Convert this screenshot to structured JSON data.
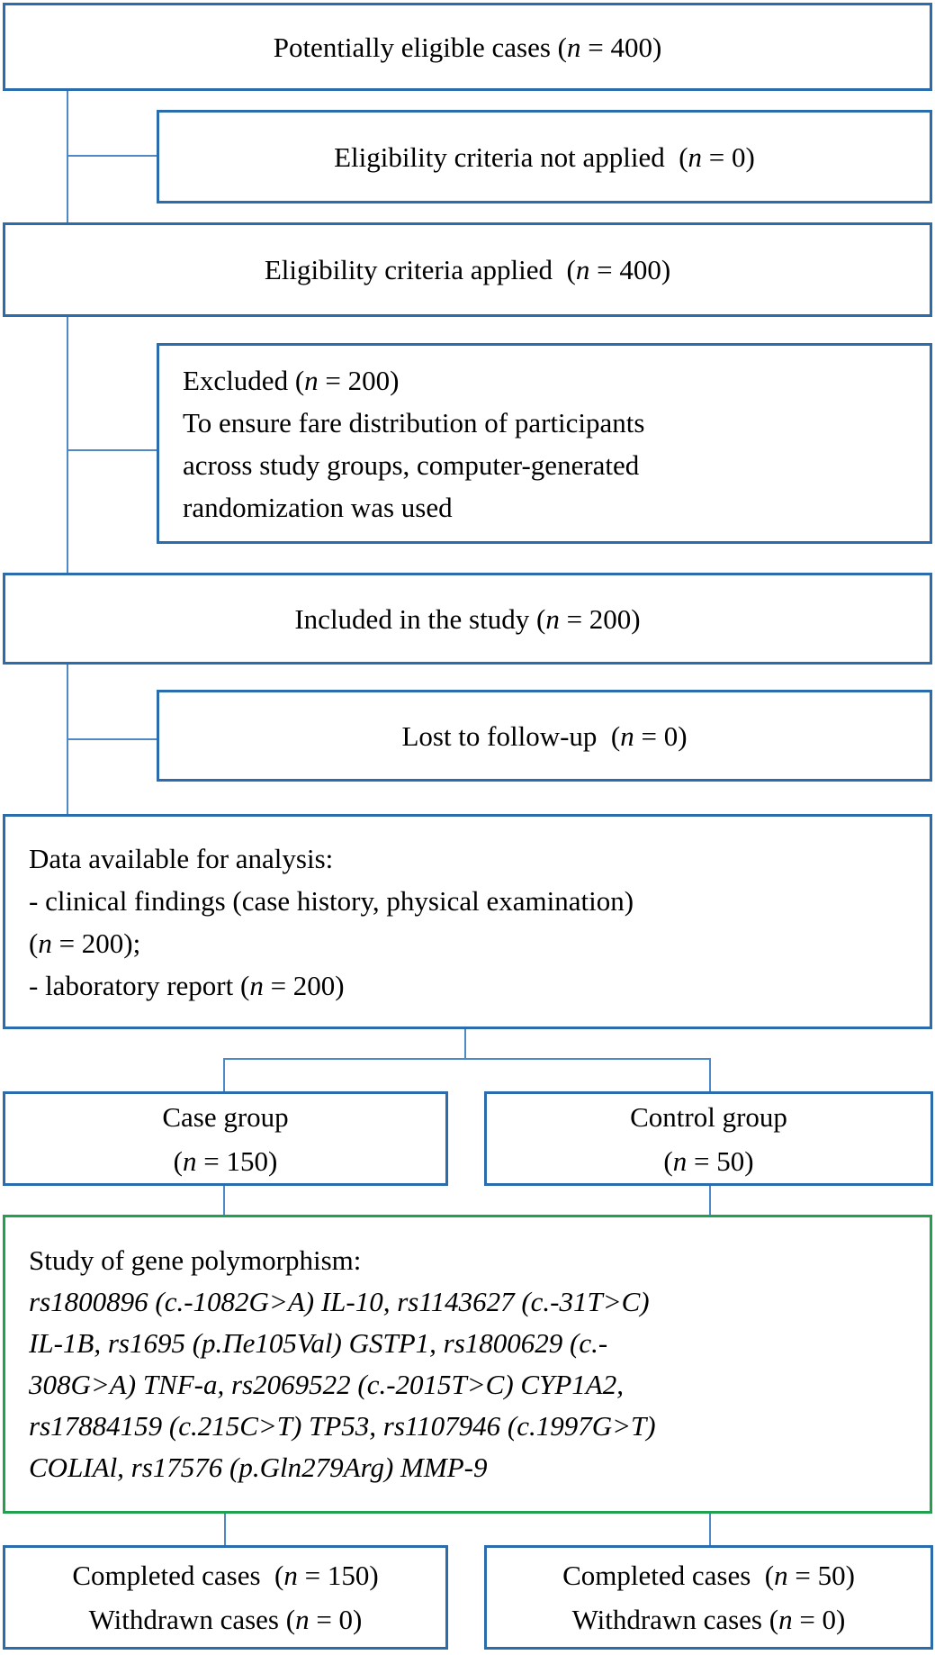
{
  "glyphs": {
    "n": "n"
  },
  "colors": {
    "box_border": "#2a6cac",
    "connector": "#4e88c7",
    "gene_border": "#22a050",
    "text": "#000000",
    "background": "#ffffff"
  },
  "boxes": {
    "potentially_eligible": {
      "pre": "Potentially eligible cases (",
      "post": " = 400)"
    },
    "criteria_not_applied": {
      "pre": "Eligibility criteria not applied  (",
      "post": " = 0)"
    },
    "criteria_applied": {
      "pre": "Eligibility criteria applied  (",
      "post": " = 400)"
    },
    "excluded": {
      "l1_pre": "Excluded (",
      "l1_post": " = 200)",
      "l2": "To ensure fare distribution of participants",
      "l3": "across study groups, computer-generated",
      "l4": "randomization was used"
    },
    "included": {
      "pre": "Included in the study (",
      "post": " = 200)"
    },
    "lost_followup": {
      "pre": "Lost to follow-up  (",
      "post": " = 0)"
    },
    "data_available": {
      "l1": "Data available for analysis:",
      "l2": "- clinical findings (case history, physical examination)",
      "l3_pre": "(",
      "l3_post": " = 200);",
      "l4_pre": "- laboratory report (",
      "l4_post": " = 200)"
    },
    "case_group": {
      "l1": "Case group",
      "l2_pre": "(",
      "l2_post": " = 150)"
    },
    "control_group": {
      "l1": "Control group",
      "l2_pre": "(",
      "l2_post": " = 50)"
    },
    "gene_study": {
      "l1": "Study of gene polymorphism:",
      "l2": "rs1800896 (c.-1082G>A) IL-10, rs1143627 (c.-31T>C)",
      "l3": "IL-1B, rs1695 (p.Пe105Val) GSTP1, rs1800629 (c.-",
      "l4": "308G>A) TNF-a, rs2069522 (c.-2015T>C) CYP1A2,",
      "l5": "rs17884159 (c.215C>T) TP53, rs1107946 (c.1997G>T)",
      "l6": "COLIAl, rs17576 (p.Gln279Arg) MMP-9"
    },
    "completed_case": {
      "l1_pre": "Completed cases  (",
      "l1_post": " = 150)",
      "l2_pre": "Withdrawn cases (",
      "l2_post": " = 0)"
    },
    "completed_control": {
      "l1_pre": "Completed cases  (",
      "l1_post": " = 50)",
      "l2_pre": "Withdrawn cases (",
      "l2_post": " = 0)"
    }
  }
}
